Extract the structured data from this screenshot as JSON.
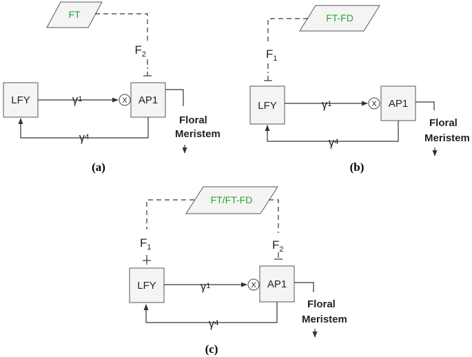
{
  "colors": {
    "signal_text": "#2aa52a",
    "stroke": "#333333",
    "box_fill": "#f4f4f4"
  },
  "panels": [
    {
      "caption": "(a)",
      "signal": "FT",
      "lfy": "LFY",
      "ap1": "AP1",
      "gamma1": "γ",
      "gamma1_sub": "1",
      "gamma4": "γ",
      "gamma4_sub": "4",
      "inhib2": "F",
      "inhib2_sub": "2",
      "mult": "X",
      "output1": "Floral",
      "output2": "Meristem"
    },
    {
      "caption": "(b)",
      "signal": "FT-FD",
      "lfy": "LFY",
      "ap1": "AP1",
      "gamma1": "γ",
      "gamma1_sub": "1",
      "gamma4": "γ",
      "gamma4_sub": "4",
      "inhib1": "F",
      "inhib1_sub": "1",
      "mult": "X",
      "output1": "Floral",
      "output2": "Meristem"
    },
    {
      "caption": "(c)",
      "signal": "FT/FT-FD",
      "lfy": "LFY",
      "ap1": "AP1",
      "gamma1": "γ",
      "gamma1_sub": "1",
      "gamma4": "γ",
      "gamma4_sub": "4",
      "inhib1": "F",
      "inhib1_sub": "1",
      "inhib2": "F",
      "inhib2_sub": "2",
      "mult": "X",
      "output1": "Floral",
      "output2": "Meristem"
    }
  ]
}
